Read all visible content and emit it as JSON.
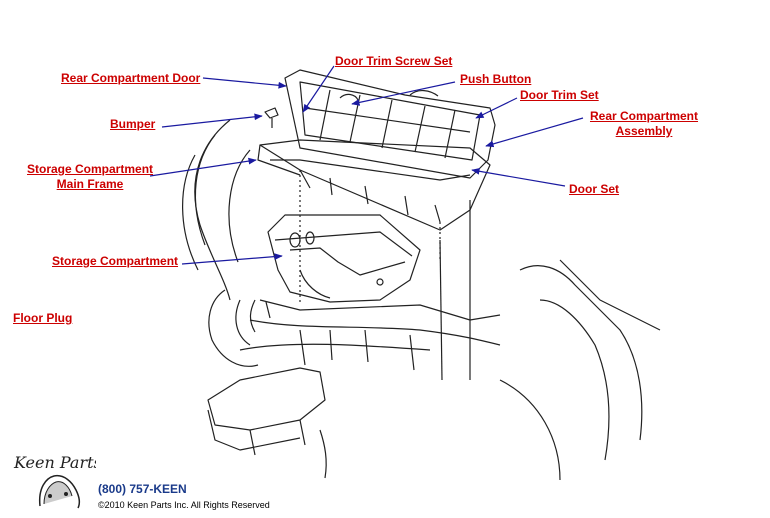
{
  "labels": {
    "rear_compartment_door": "Rear Compartment Door",
    "door_trim_screw_set": "Door Trim Screw Set",
    "push_button": "Push Button",
    "door_trim_set": "Door Trim Set",
    "rear_compartment_assembly_1": "Rear Compartment",
    "rear_compartment_assembly_2": "Assembly",
    "bumper": "Bumper",
    "storage_main_frame_1": "Storage Compartment",
    "storage_main_frame_2": "Main Frame",
    "door_set": "Door Set",
    "storage_compartment": "Storage Compartment",
    "floor_plug": "Floor Plug"
  },
  "footer": {
    "logo_text": "Keen Parts",
    "phone": "(800) 757-KEEN",
    "copyright": "©2010 Keen Parts Inc. All Rights Reserved"
  },
  "colors": {
    "label": "#cc0000",
    "arrow": "#1a1aa0",
    "line": "#222222"
  }
}
